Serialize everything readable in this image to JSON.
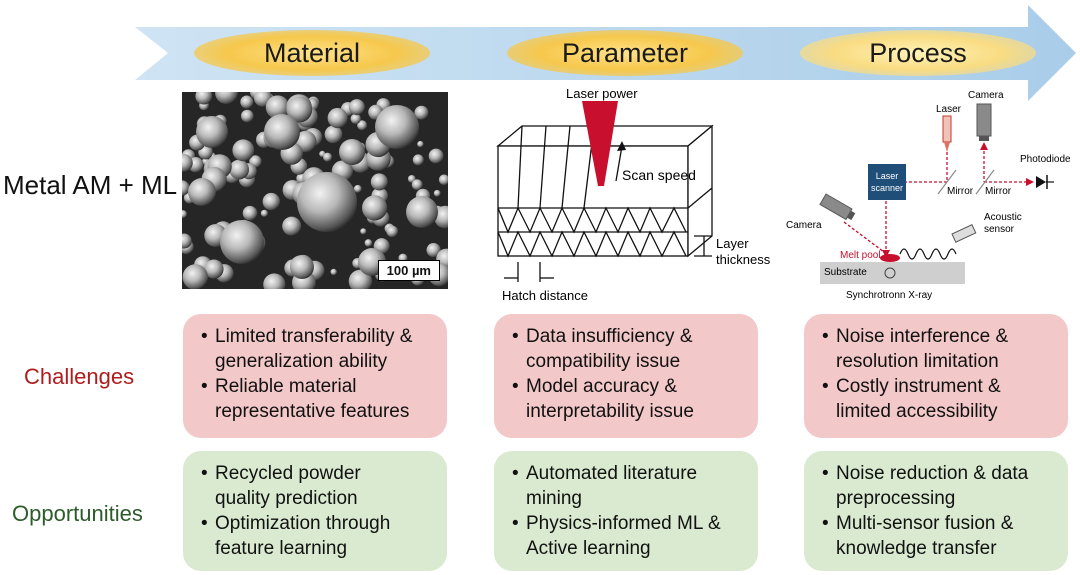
{
  "stages": {
    "material": "Material",
    "parameter": "Parameter",
    "process": "Process"
  },
  "row_labels": {
    "main": "Metal AM + ML",
    "challenges": "Challenges",
    "opportunities": "Opportunities"
  },
  "material_image": {
    "scale_bar": "100 µm"
  },
  "parameter_diagram": {
    "laser_power": "Laser power",
    "scan_speed": "Scan speed",
    "layer_thickness_1": "Layer",
    "layer_thickness_2": "thickness",
    "hatch_distance": "Hatch distance"
  },
  "process_diagram": {
    "laser": "Laser",
    "camera_top": "Camera",
    "photodiode": "Photodiode",
    "laser_scanner_1": "Laser",
    "laser_scanner_2": "scanner",
    "mirror_1": "Mirror",
    "mirror_2": "Mirror",
    "camera_left": "Camera",
    "acoustic_1": "Acoustic",
    "acoustic_2": "sensor",
    "melt_pool": "Melt pool",
    "substrate": "Substrate",
    "xray": "Synchrotronn X-ray"
  },
  "challenges": {
    "material": [
      "Limited transferability &",
      "generalization ability",
      "Reliable material",
      "representative features"
    ],
    "parameter": [
      "Data insufficiency &",
      "compatibility issue",
      "Model accuracy &",
      "interpretability issue"
    ],
    "process": [
      "Noise interference &",
      "resolution limitation",
      "Costly instrument &",
      "limited accessibility"
    ]
  },
  "opportunities": {
    "material": [
      "Recycled powder",
      "quality prediction",
      "Optimization through",
      "feature learning"
    ],
    "parameter": [
      "Automated literature",
      "mining",
      "Physics-informed ML &",
      "Active learning"
    ],
    "process": [
      "Noise reduction & data",
      "preprocessing",
      "Multi-sensor fusion &",
      "knowledge transfer"
    ]
  },
  "colors": {
    "arrow": "#bcd9ef",
    "stage_oval": "#f6c84c",
    "challenge_box": "#f2c8c8",
    "opportunity_box": "#d9ead0",
    "challenge_text": "#b01c1c",
    "opportunity_text": "#2c5c2a",
    "laser_red": "#c8102e",
    "scanner_blue": "#1f4e79"
  }
}
